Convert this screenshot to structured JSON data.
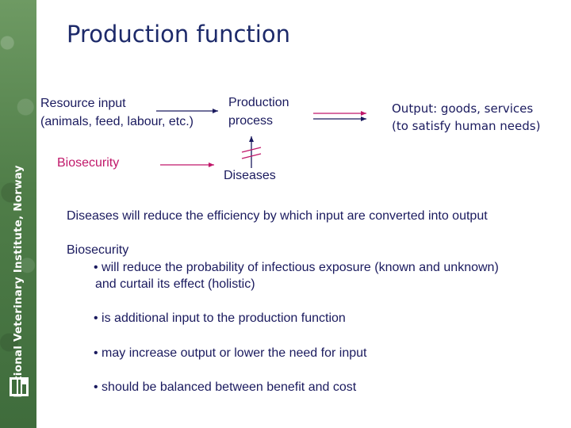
{
  "slide": {
    "title": "Production function",
    "sidebar_text": "National Veterinary Institute, Norway",
    "colors": {
      "title": "#1d2a6a",
      "text": "#1a1a5e",
      "biosecurity": "#c0186a",
      "sidebar": "#4f7d48",
      "arrow_dark": "#1a1a5e",
      "arrow_magenta": "#c0186a"
    },
    "diagram": {
      "resource_line1": "Resource input",
      "resource_line2": "(animals, feed, labour, etc.)",
      "production_line1": "Production",
      "production_line2": "process",
      "output_line1": "Output: goods, services",
      "output_line2": "(to satisfy human needs)",
      "biosecurity": "Biosecurity",
      "diseases": "Diseases"
    },
    "body": {
      "diseases_statement": "Diseases will reduce the efficiency by which input are converted into output",
      "biosecurity_heading": "Biosecurity",
      "bullets": [
        "• will reduce the probability of infectious exposure (known and unknown)",
        "and curtail its effect (holistic)",
        "• is additional input to the production function",
        "• may increase output or lower the need for input",
        "• should be balanced between benefit and cost"
      ]
    }
  }
}
